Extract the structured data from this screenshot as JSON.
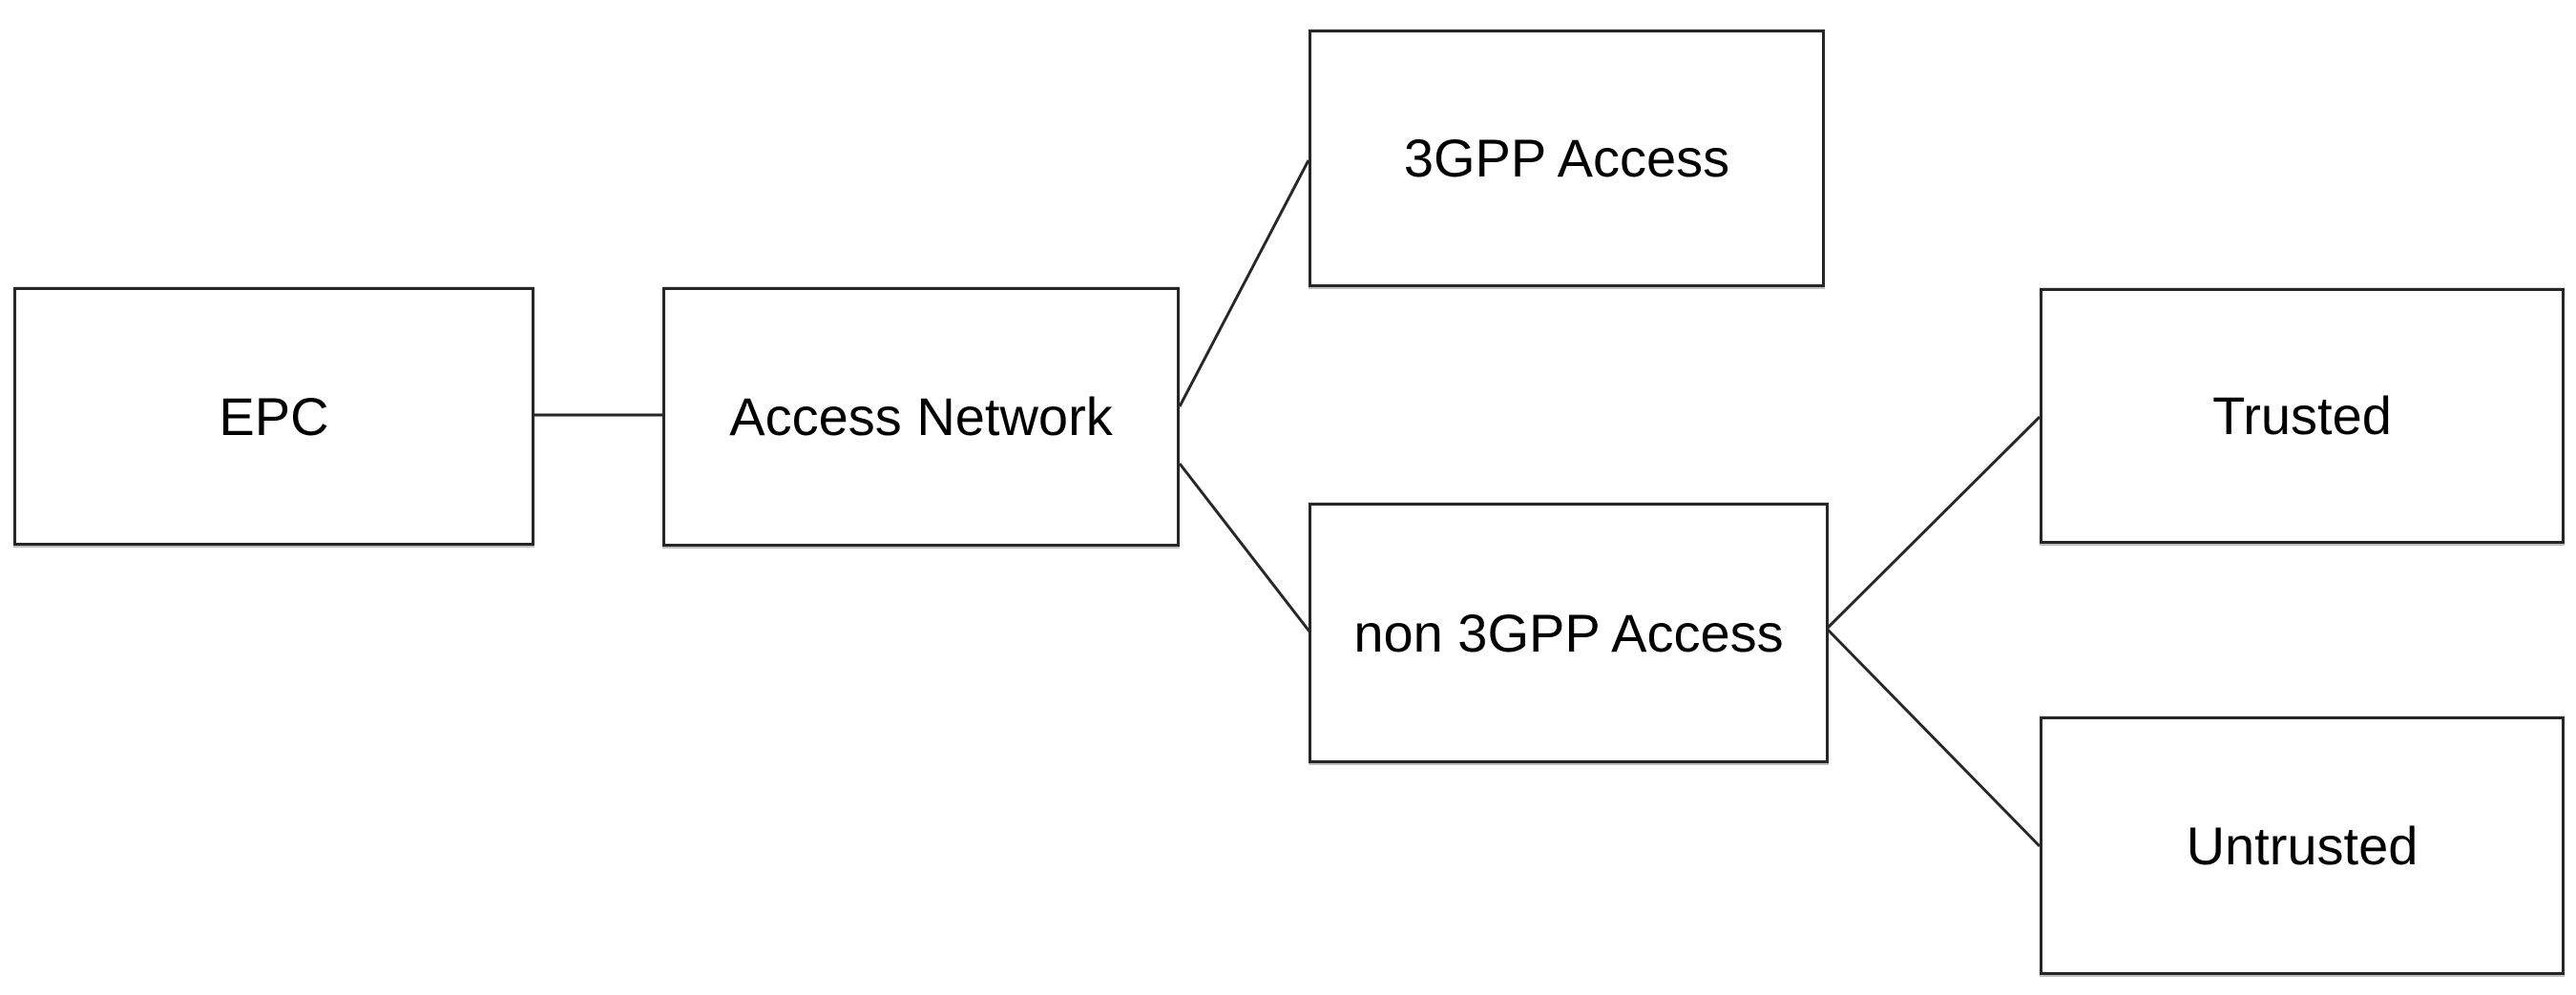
{
  "style": {
    "canvas_background": "#ffffff",
    "box_fill": "#ffffff",
    "box_border_color": "#262626",
    "line_color": "#262626",
    "text_color": "#000000"
  },
  "nodes": {
    "epc": {
      "label": "EPC"
    },
    "access_network": {
      "label": "Access Network"
    },
    "three_gpp_access": {
      "label": "3GPP Access"
    },
    "non_3gpp_access": {
      "label": "non 3GPP Access"
    },
    "trusted": {
      "label": "Trusted"
    },
    "untrusted": {
      "label": "Untrusted"
    }
  },
  "edges": [
    {
      "from": "EPC",
      "to": "Access Network"
    },
    {
      "from": "Access Network",
      "to": "3GPP Access"
    },
    {
      "from": "Access Network",
      "to": "non 3GPP Access"
    },
    {
      "from": "non 3GPP Access",
      "to": "Trusted"
    },
    {
      "from": "non 3GPP Access",
      "to": "Untrusted"
    }
  ]
}
